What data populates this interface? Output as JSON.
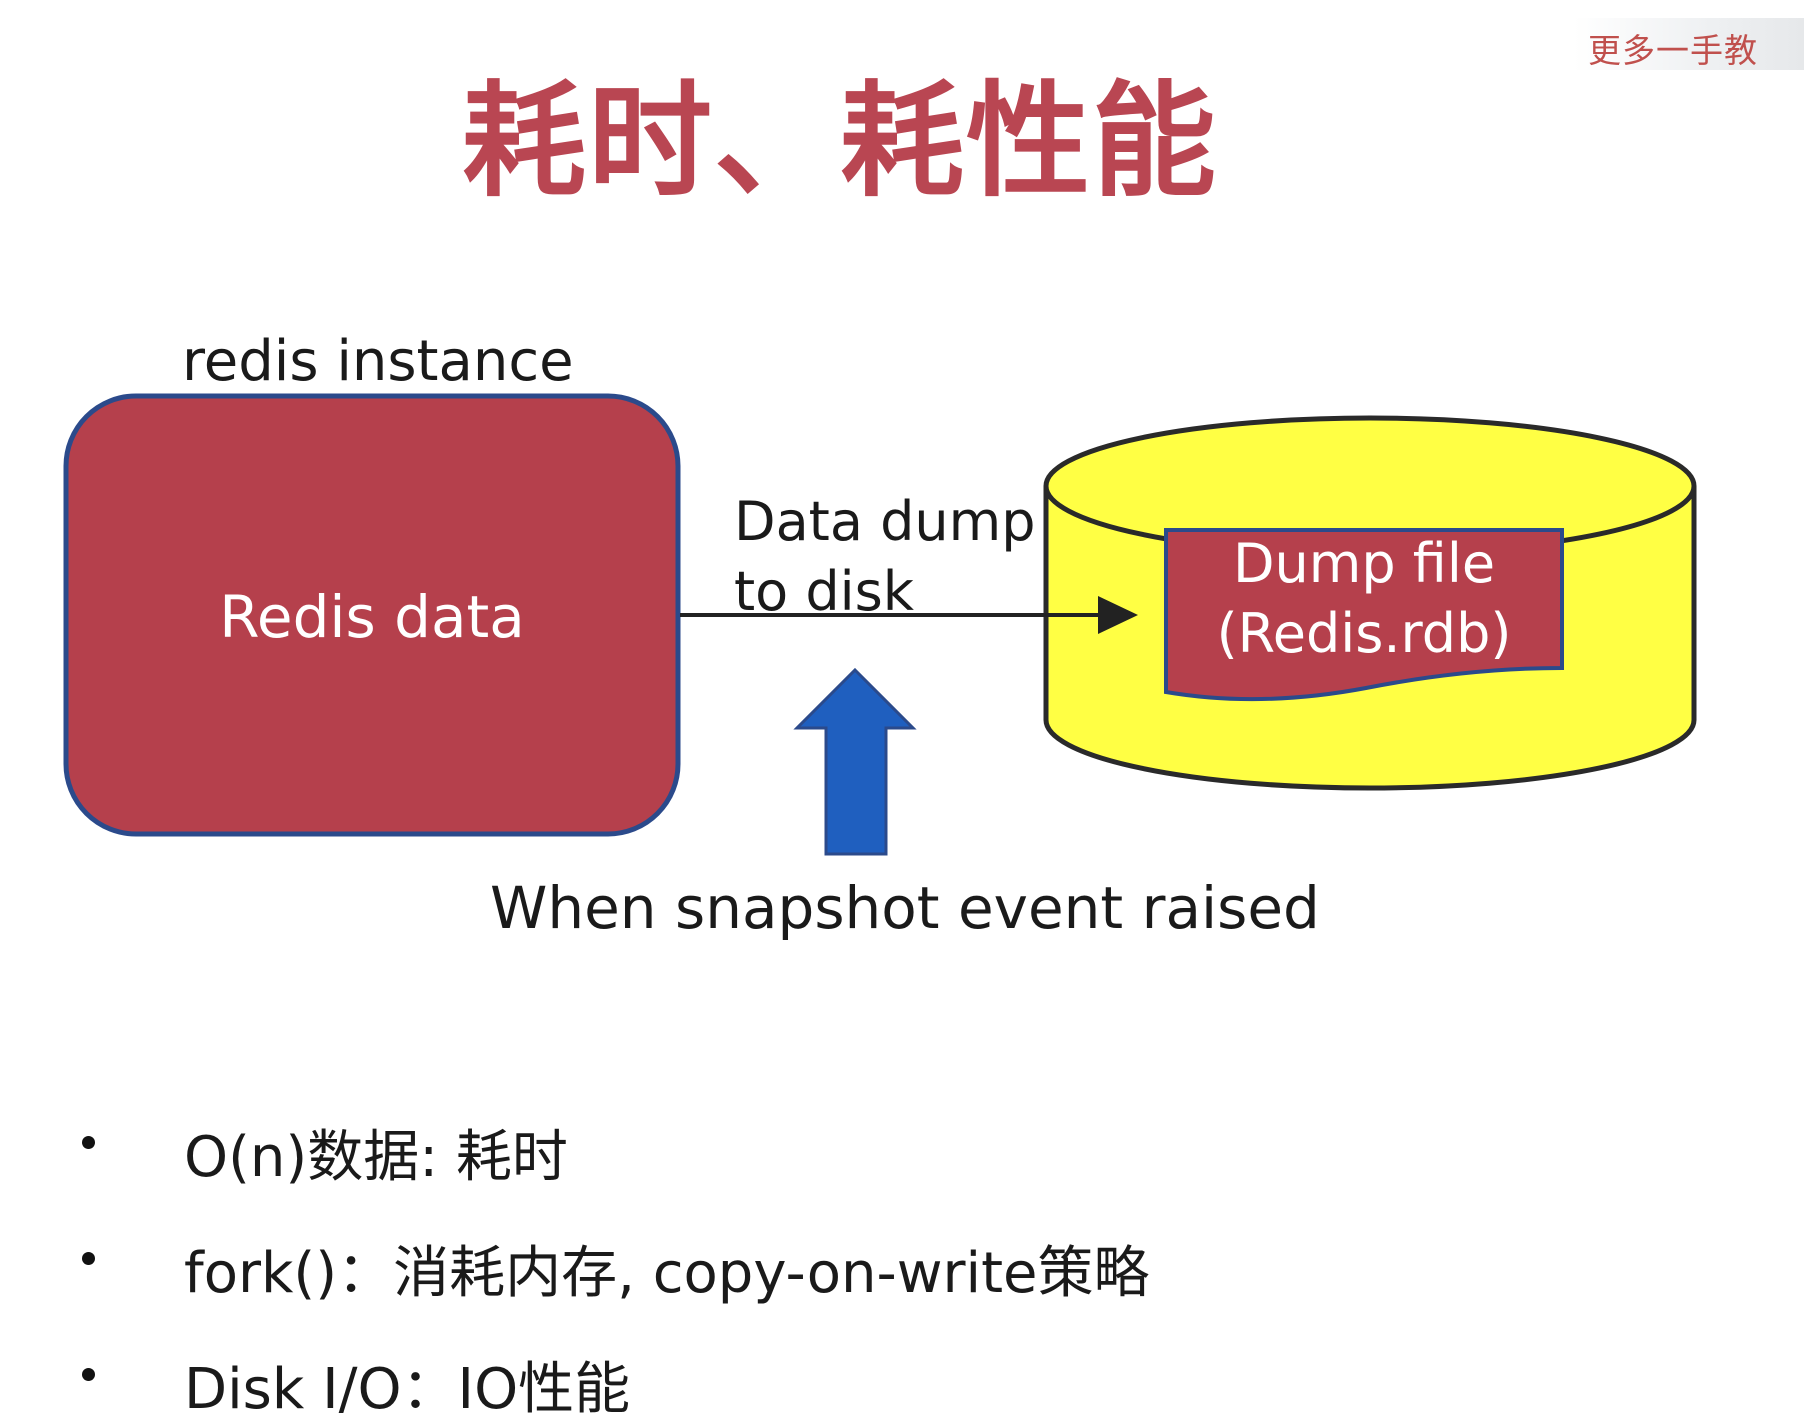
{
  "watermark": "更多一手教",
  "title": "耗时、耗性能",
  "diagram": {
    "instance_label": "redis instance",
    "redis_data_label": "Redis data",
    "arrow_label_line1": "Data dump",
    "arrow_label_line2": "to disk",
    "dump_file_line1": "Dump file",
    "dump_file_line2": "(Redis.rdb)",
    "event_label": "When snapshot event raised",
    "colors": {
      "redis_box_fill": "#b5404c",
      "box_border": "#2b4a8b",
      "cylinder_fill": "#ffff44",
      "blue_arrow": "#1f5fbf",
      "title_red": "#b94652"
    }
  },
  "bullets": [
    "O(n)数据: 耗时",
    "fork()：消耗内存, copy-on-write策略",
    "Disk I/O：IO性能"
  ]
}
